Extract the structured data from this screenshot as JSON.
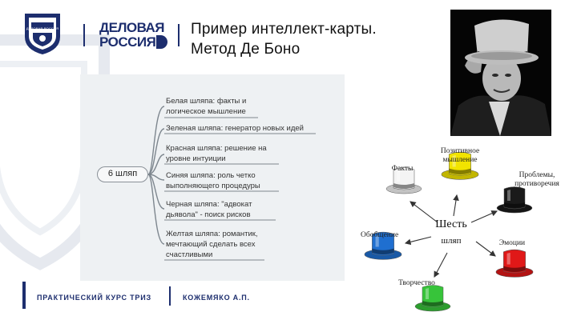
{
  "header": {
    "title_line1": "Пример интеллект-карты.",
    "title_line2": "Метод Де Боно",
    "logo_text_line1": "ДЕЛОВАЯ",
    "logo_text_line2": "РОССИЯ",
    "emblem_text": "ДЕЛОВАЯ РОССИЯ"
  },
  "mindmap": {
    "center": "6 шляп",
    "branches": [
      {
        "lines": [
          "Белая шляпа: факты и",
          "логическое мышление"
        ]
      },
      {
        "lines": [
          "Зеленая шляпа: генератор новых идей"
        ]
      },
      {
        "lines": [
          "Красная шляпа: решение на",
          "уровне интуиции"
        ]
      },
      {
        "lines": [
          "Синяя шляпа: роль четко",
          "выполняющего процедуры"
        ]
      },
      {
        "lines": [
          "Черная шляпа: \"адвокат",
          "дьявола\" - поиск рисков"
        ]
      },
      {
        "lines": [
          "Желтая шляпа: романтик,",
          "мечтающий сделать всех",
          "счастливыми"
        ]
      }
    ]
  },
  "hats": {
    "hub_line1": "Шесть",
    "hub_line2": "шляп",
    "labels": {
      "facts": "Факты",
      "positive": [
        "Позитивное",
        "мышление"
      ],
      "problems": [
        "Проблемы,",
        "противоречия"
      ],
      "generalization": "Обобщение",
      "emotions": "Эмоции",
      "creativity": "Творчество"
    },
    "colors": {
      "white": "#f4f4f4",
      "yellow": "#f2e400",
      "black": "#1a1a1a",
      "blue": "#1f6fd0",
      "red": "#e01818",
      "green": "#37c43a"
    }
  },
  "footer": {
    "course": "ПРАКТИЧЕСКИЙ КУРС ТРИЗ",
    "author": "КОЖЕМЯКО А.П."
  }
}
